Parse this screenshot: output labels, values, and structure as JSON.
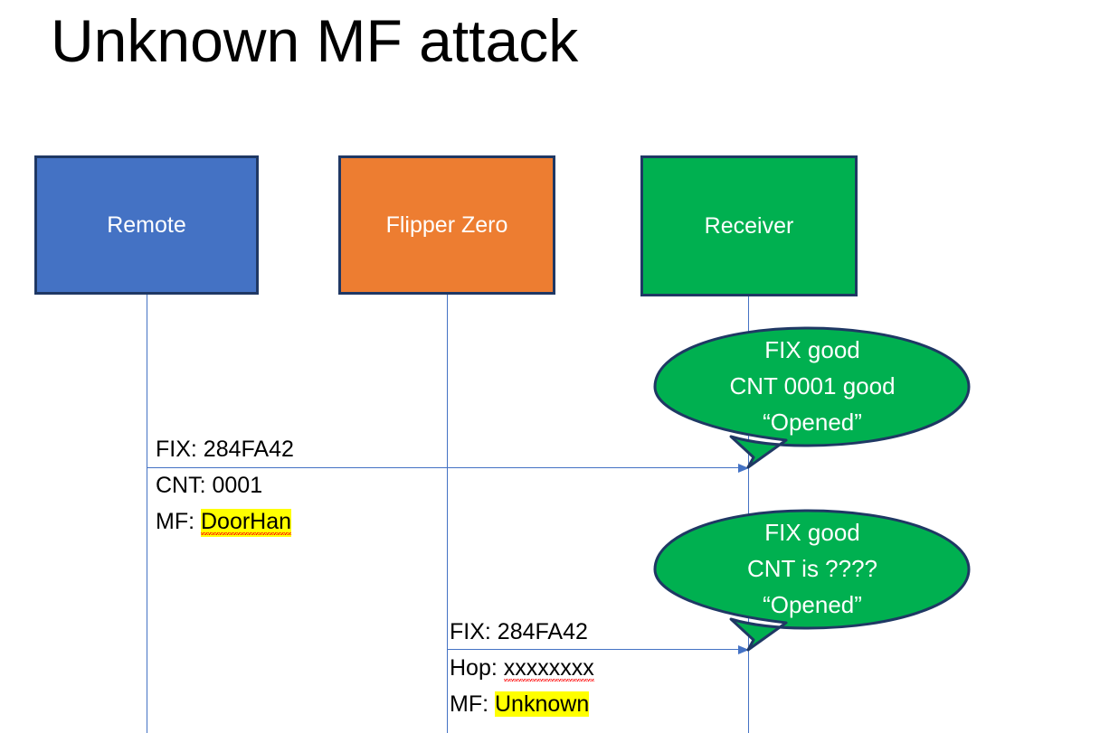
{
  "slide": {
    "title": "Unknown MF attack"
  },
  "actors": [
    {
      "id": "remote",
      "label": "Remote",
      "color": "#4472C4"
    },
    {
      "id": "flipper",
      "label": "Flipper Zero",
      "color": "#ED7D31"
    },
    {
      "id": "receiver",
      "label": "Receiver",
      "color": "#00B050"
    }
  ],
  "messages": [
    {
      "id": "msg1",
      "from": "remote",
      "to": "receiver",
      "lines": [
        {
          "prefix": "FIX: ",
          "value": "284FA42",
          "highlight": false,
          "spellerror": false
        },
        {
          "prefix": "CNT: ",
          "value": "0001",
          "highlight": false,
          "spellerror": false
        },
        {
          "prefix": "MF: ",
          "value": "DoorHan",
          "highlight": true,
          "spellerror": true
        }
      ]
    },
    {
      "id": "msg2",
      "from": "flipper",
      "to": "receiver",
      "lines": [
        {
          "prefix": "FIX: ",
          "value": "284FA42",
          "highlight": false,
          "spellerror": false
        },
        {
          "prefix": "Hop: ",
          "value": "xxxxxxxx",
          "highlight": false,
          "spellerror": true
        },
        {
          "prefix": "MF: ",
          "value": "Unknown",
          "highlight": true,
          "spellerror": false
        }
      ]
    }
  ],
  "bubbles": [
    {
      "id": "bubble1",
      "owner": "receiver",
      "color": "#00B050",
      "lines": [
        "FIX good",
        "CNT 0001 good",
        "“Opened”"
      ]
    },
    {
      "id": "bubble2",
      "owner": "receiver",
      "color": "#00B050",
      "lines": [
        "FIX good",
        "CNT is ????",
        "“Opened”"
      ]
    }
  ],
  "colors": {
    "blue": "#4472C4",
    "orange": "#ED7D31",
    "green": "#00B050",
    "border": "#1F3864",
    "highlight": "#FFFF00",
    "spellerror": "#FF0000",
    "background": "#FFFFFF"
  }
}
